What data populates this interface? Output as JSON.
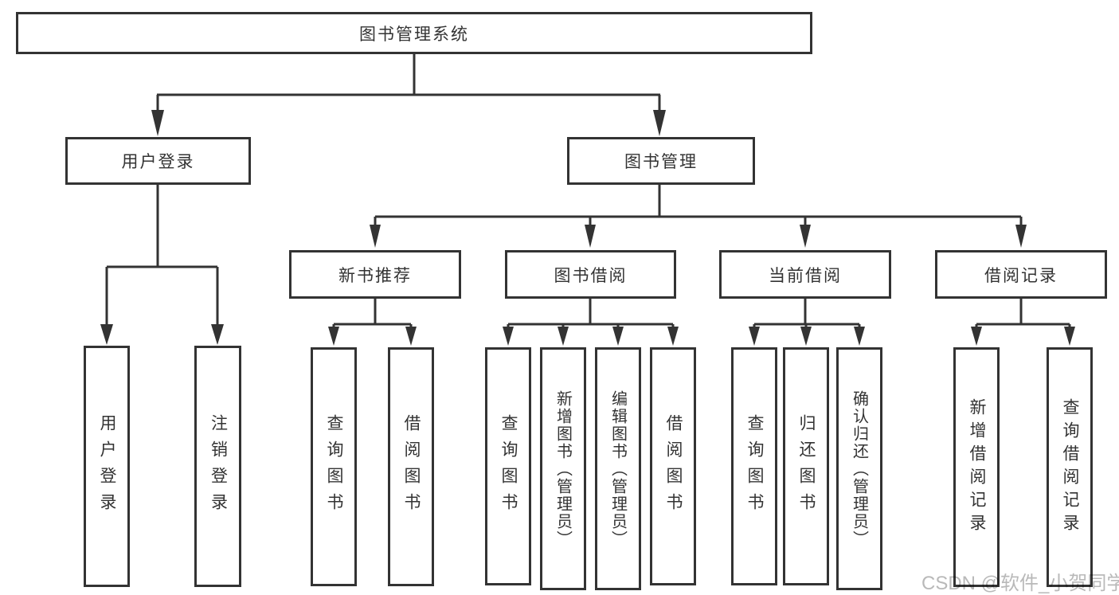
{
  "diagram": {
    "type": "hierarchy-org-chart",
    "colors": {
      "background": "#ffffff",
      "line": "#333333",
      "box_border": "#333333",
      "box_fill": "#ffffff",
      "text": "#333333",
      "watermark": "#b9b9b9"
    },
    "tree": {
      "label": "图书管理系统",
      "children": [
        {
          "label": "用户登录",
          "children": [
            {
              "label": "用户登录"
            },
            {
              "label": "注销登录"
            }
          ]
        },
        {
          "label": "图书管理",
          "children": [
            {
              "label": "新书推荐",
              "children": [
                {
                  "label": "查询图书"
                },
                {
                  "label": "借阅图书"
                }
              ]
            },
            {
              "label": "图书借阅",
              "children": [
                {
                  "label": "查询图书"
                },
                {
                  "label": "新增图书（管理员）"
                },
                {
                  "label": "编辑图书（管理员）"
                },
                {
                  "label": "借阅图书"
                }
              ]
            },
            {
              "label": "当前借阅",
              "children": [
                {
                  "label": "查询图书"
                },
                {
                  "label": "归还图书"
                },
                {
                  "label": "确认归还（管理员）"
                }
              ]
            },
            {
              "label": "借阅记录",
              "children": [
                {
                  "label": "新增借阅记录"
                },
                {
                  "label": "查询借阅记录"
                }
              ]
            }
          ]
        }
      ]
    },
    "watermark": {
      "text": "CSDN @软件_小贺同学"
    }
  }
}
